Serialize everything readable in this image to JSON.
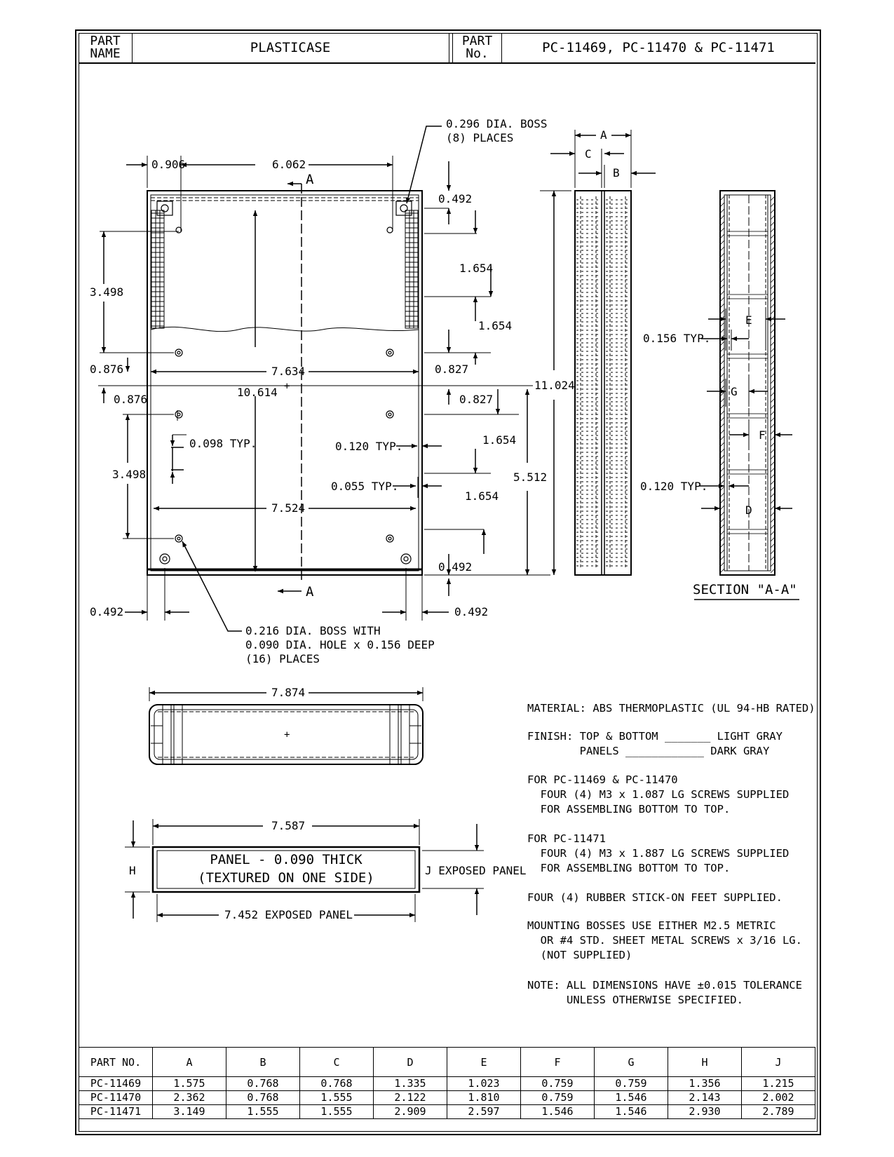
{
  "title_block": {
    "part_name_label": "PART\nNAME",
    "part_name": "PLASTICASE",
    "part_no_label": "PART\nNo.",
    "part_no": "PC-11469, PC-11470 & PC-11471"
  },
  "dimensions": {
    "top_left": "0.906",
    "top_width": "6.062",
    "section_mark": "A",
    "boss_note": "0.296 DIA. BOSS\n(8) PLACES",
    "d0492": "0.492",
    "d1654": "1.654",
    "d3498": "3.498",
    "d0876": "0.876",
    "d7634": "7.634",
    "d10614": "10.614",
    "d0827": "0.827",
    "d11024": "11.024",
    "d0098": "0.098 TYP.",
    "d0120": "0.120 TYP.",
    "d0055": "0.055 TYP.",
    "d5512": "5.512",
    "d7524": "7.524",
    "d0156": "0.156 TYP.",
    "boss2_note": "0.216 DIA. BOSS WITH\n0.090 DIA. HOLE x 0.156 DEEP\n(16) PLACES",
    "d7874": "7.874",
    "d7587": "7.587",
    "d7452": "7.452 EXPOSED PANEL",
    "j_exposed": "J EXPOSED PANEL",
    "panel_text": "PANEL - 0.090 THICK\n(TEXTURED ON ONE SIDE)",
    "section_title": "SECTION \"A-A\"",
    "letters": {
      "A": "A",
      "B": "B",
      "C": "C",
      "D": "D",
      "E": "E",
      "F": "F",
      "G": "G",
      "H": "H"
    }
  },
  "notes": {
    "material": "MATERIAL: ABS THERMOPLASTIC (UL 94-HB RATED)",
    "finish": "FINISH: TOP & BOTTOM _______ LIGHT GRAY\n        PANELS ____________ DARK GRAY",
    "n1": "FOR PC-11469 & PC-11470\n  FOUR (4) M3 x 1.087 LG SCREWS SUPPLIED\n  FOR ASSEMBLING BOTTOM TO TOP.",
    "n2": "FOR PC-11471\n  FOUR (4) M3 x 1.887 LG SCREWS SUPPLIED\n  FOR ASSEMBLING BOTTOM TO TOP.",
    "n3": "FOUR (4) RUBBER STICK-ON FEET SUPPLIED.",
    "n4": "MOUNTING BOSSES USE EITHER M2.5 METRIC\n  OR #4 STD. SHEET METAL SCREWS x 3/16 LG.\n  (NOT SUPPLIED)",
    "n5": "NOTE: ALL DIMENSIONS HAVE ±0.015 TOLERANCE\n      UNLESS OTHERWISE SPECIFIED."
  },
  "table": {
    "headers": [
      "PART NO.",
      "A",
      "B",
      "C",
      "D",
      "E",
      "F",
      "G",
      "H",
      "J"
    ],
    "rows": [
      [
        "PC-11469",
        "1.575",
        "0.768",
        "0.768",
        "1.335",
        "1.023",
        "0.759",
        "0.759",
        "1.356",
        "1.215"
      ],
      [
        "PC-11470",
        "2.362",
        "0.768",
        "1.555",
        "2.122",
        "1.810",
        "0.759",
        "1.546",
        "2.143",
        "2.002"
      ],
      [
        "PC-11471",
        "3.149",
        "1.555",
        "1.555",
        "2.909",
        "2.597",
        "1.546",
        "1.546",
        "2.930",
        "2.789"
      ]
    ]
  }
}
